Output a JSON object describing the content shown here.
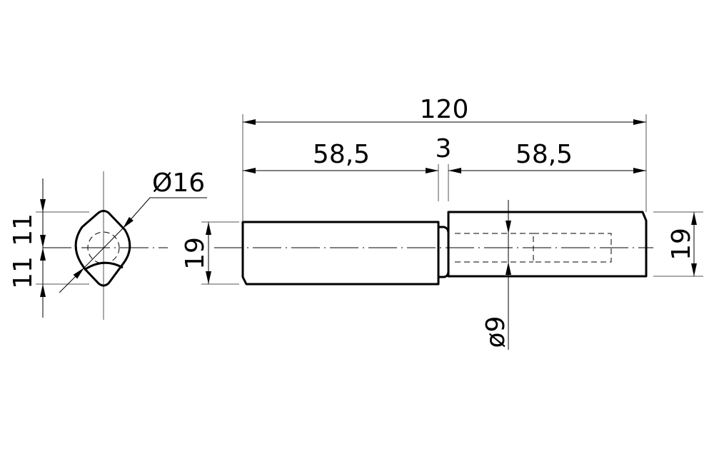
{
  "dimensions": {
    "total_length": "120",
    "left_length": "58,5",
    "gap": "3",
    "right_length": "58,5",
    "left_height": "19",
    "right_height": "19",
    "bore_diameter": "ø9",
    "end_diameter": "Ø16",
    "upper_offset": "11",
    "lower_offset": "11"
  }
}
